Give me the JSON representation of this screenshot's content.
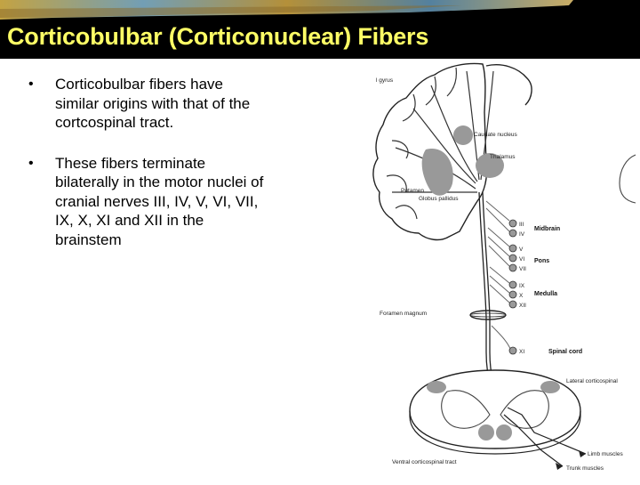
{
  "slide": {
    "title": "Corticobulbar (Corticonuclear) Fibers",
    "colors": {
      "title": "#ffff66",
      "banner": "#000000"
    }
  },
  "bullets": [
    {
      "text": "Corticobulbar fibers have similar origins with that of the cortcospinal tract."
    },
    {
      "text": "These fibers terminate bilaterally in the motor nuclei of cranial nerves III, IV, V, VI, VII, IX, X, XI and XII in the brainstem"
    }
  ],
  "figure": {
    "labels": {
      "gyrus": "l gyrus",
      "caudate": "Caudate nucleus",
      "thalamus": "Thalamus",
      "putamen": "Putamen",
      "globus": "Globus pallidus",
      "midbrain": "Midbrain",
      "pons": "Pons",
      "medulla": "Medulla",
      "foramen": "Foramen magnum",
      "spinal_cord": "Spinal cord",
      "lateral_cst": "Lateral corticospinal",
      "ventral_cst": "Ventral corticospinal tract",
      "limb": "Limb muscles",
      "trunk": "Trunk muscles"
    },
    "nerves": [
      "III",
      "IV",
      "V",
      "VI",
      "VII",
      "IX",
      "X",
      "XII",
      "XI"
    ]
  }
}
